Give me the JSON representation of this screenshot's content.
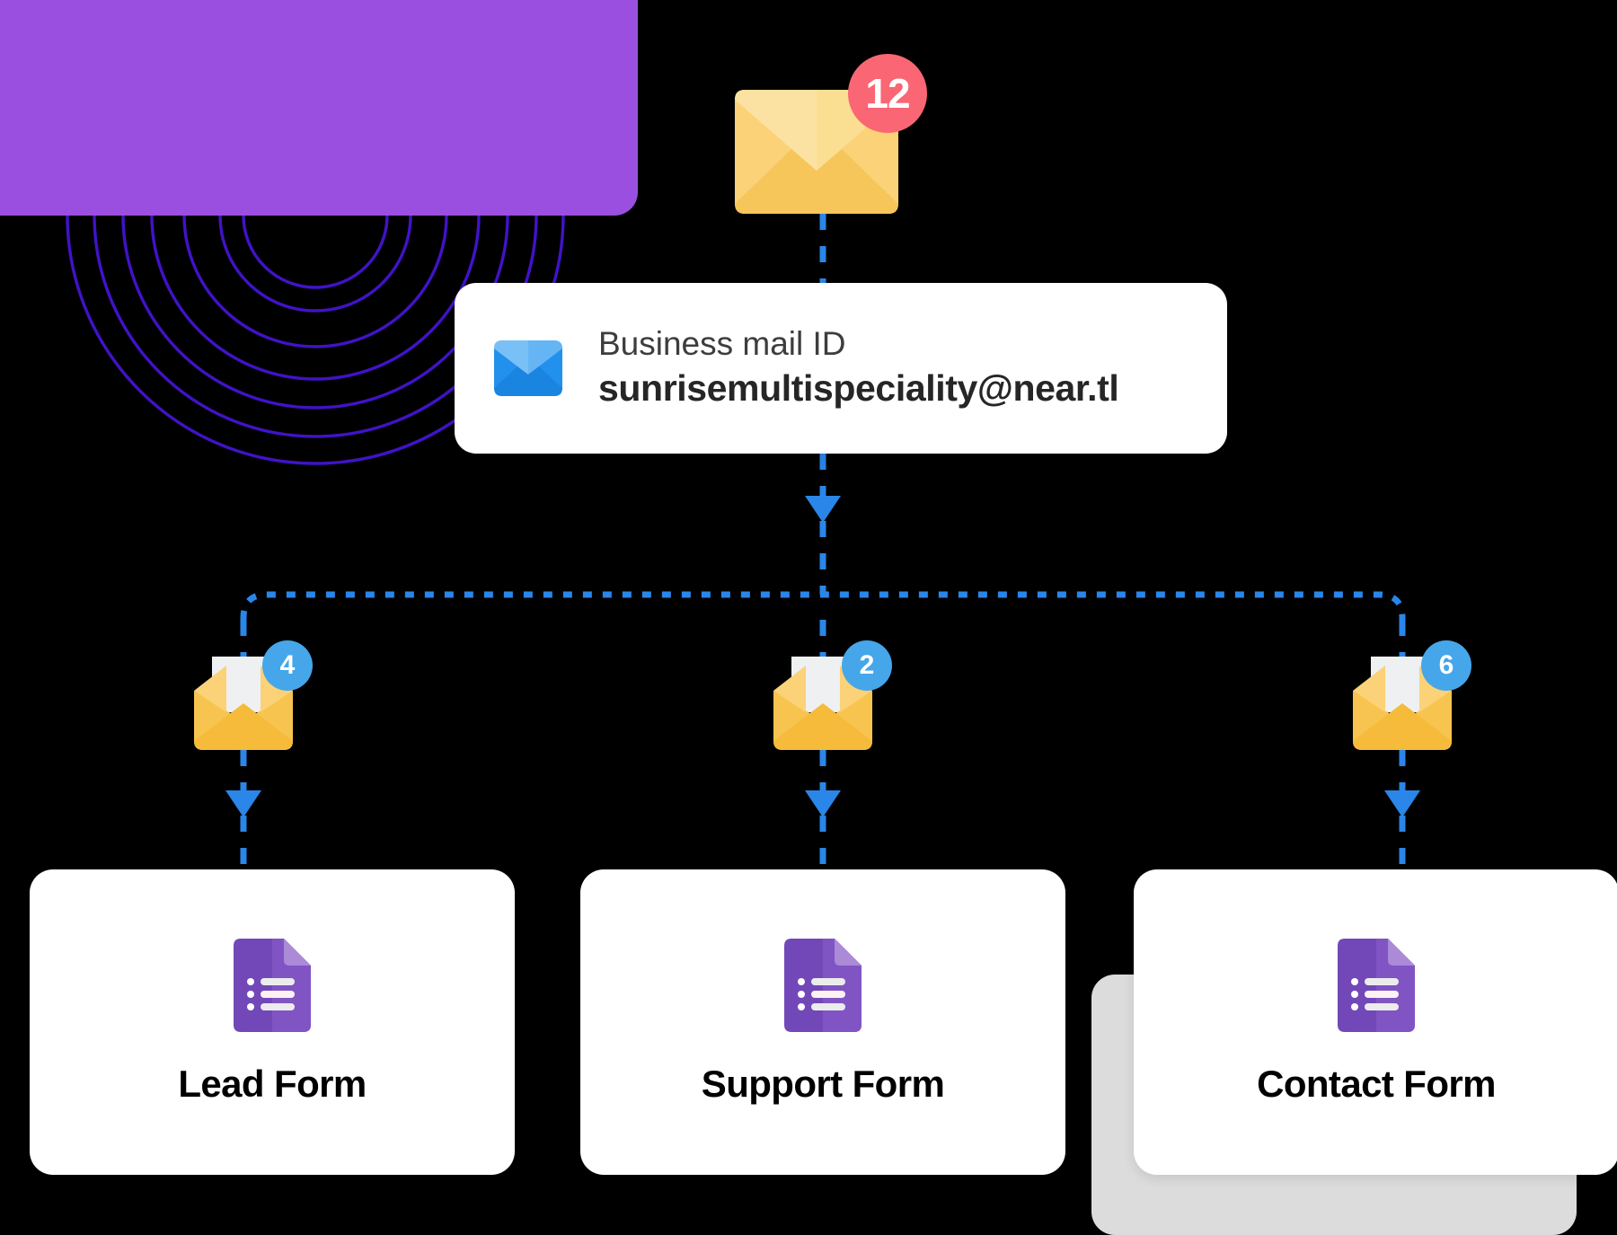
{
  "colors": {
    "background": "#000000",
    "purple_block": "#9a4fe0",
    "arc_stroke": "#4013c8",
    "connector": "#2a86e8",
    "envelope_yellow": "#fbd277",
    "envelope_yellow_dark": "#f7c44f",
    "badge_red": "#fa6673",
    "badge_blue": "#45a6ea",
    "forms_purple": "#7248b9",
    "card_white": "#ffffff",
    "ghost_card_gray": "#dcdcdc"
  },
  "top_envelope": {
    "icon": "closed-envelope-icon",
    "badge_count": "12"
  },
  "mail_card": {
    "icon": "blue-envelope-icon",
    "label": "Business mail ID",
    "value": "sunrisemultispeciality@near.tl"
  },
  "branches": [
    {
      "envelope_icon": "open-envelope-icon",
      "badge_count": "4",
      "form_icon": "google-forms-icon",
      "form_title": "Lead Form"
    },
    {
      "envelope_icon": "open-envelope-icon",
      "badge_count": "2",
      "form_icon": "google-forms-icon",
      "form_title": "Support Form"
    },
    {
      "envelope_icon": "open-envelope-icon",
      "badge_count": "6",
      "form_icon": "google-forms-icon",
      "form_title": "Contact Form"
    }
  ]
}
